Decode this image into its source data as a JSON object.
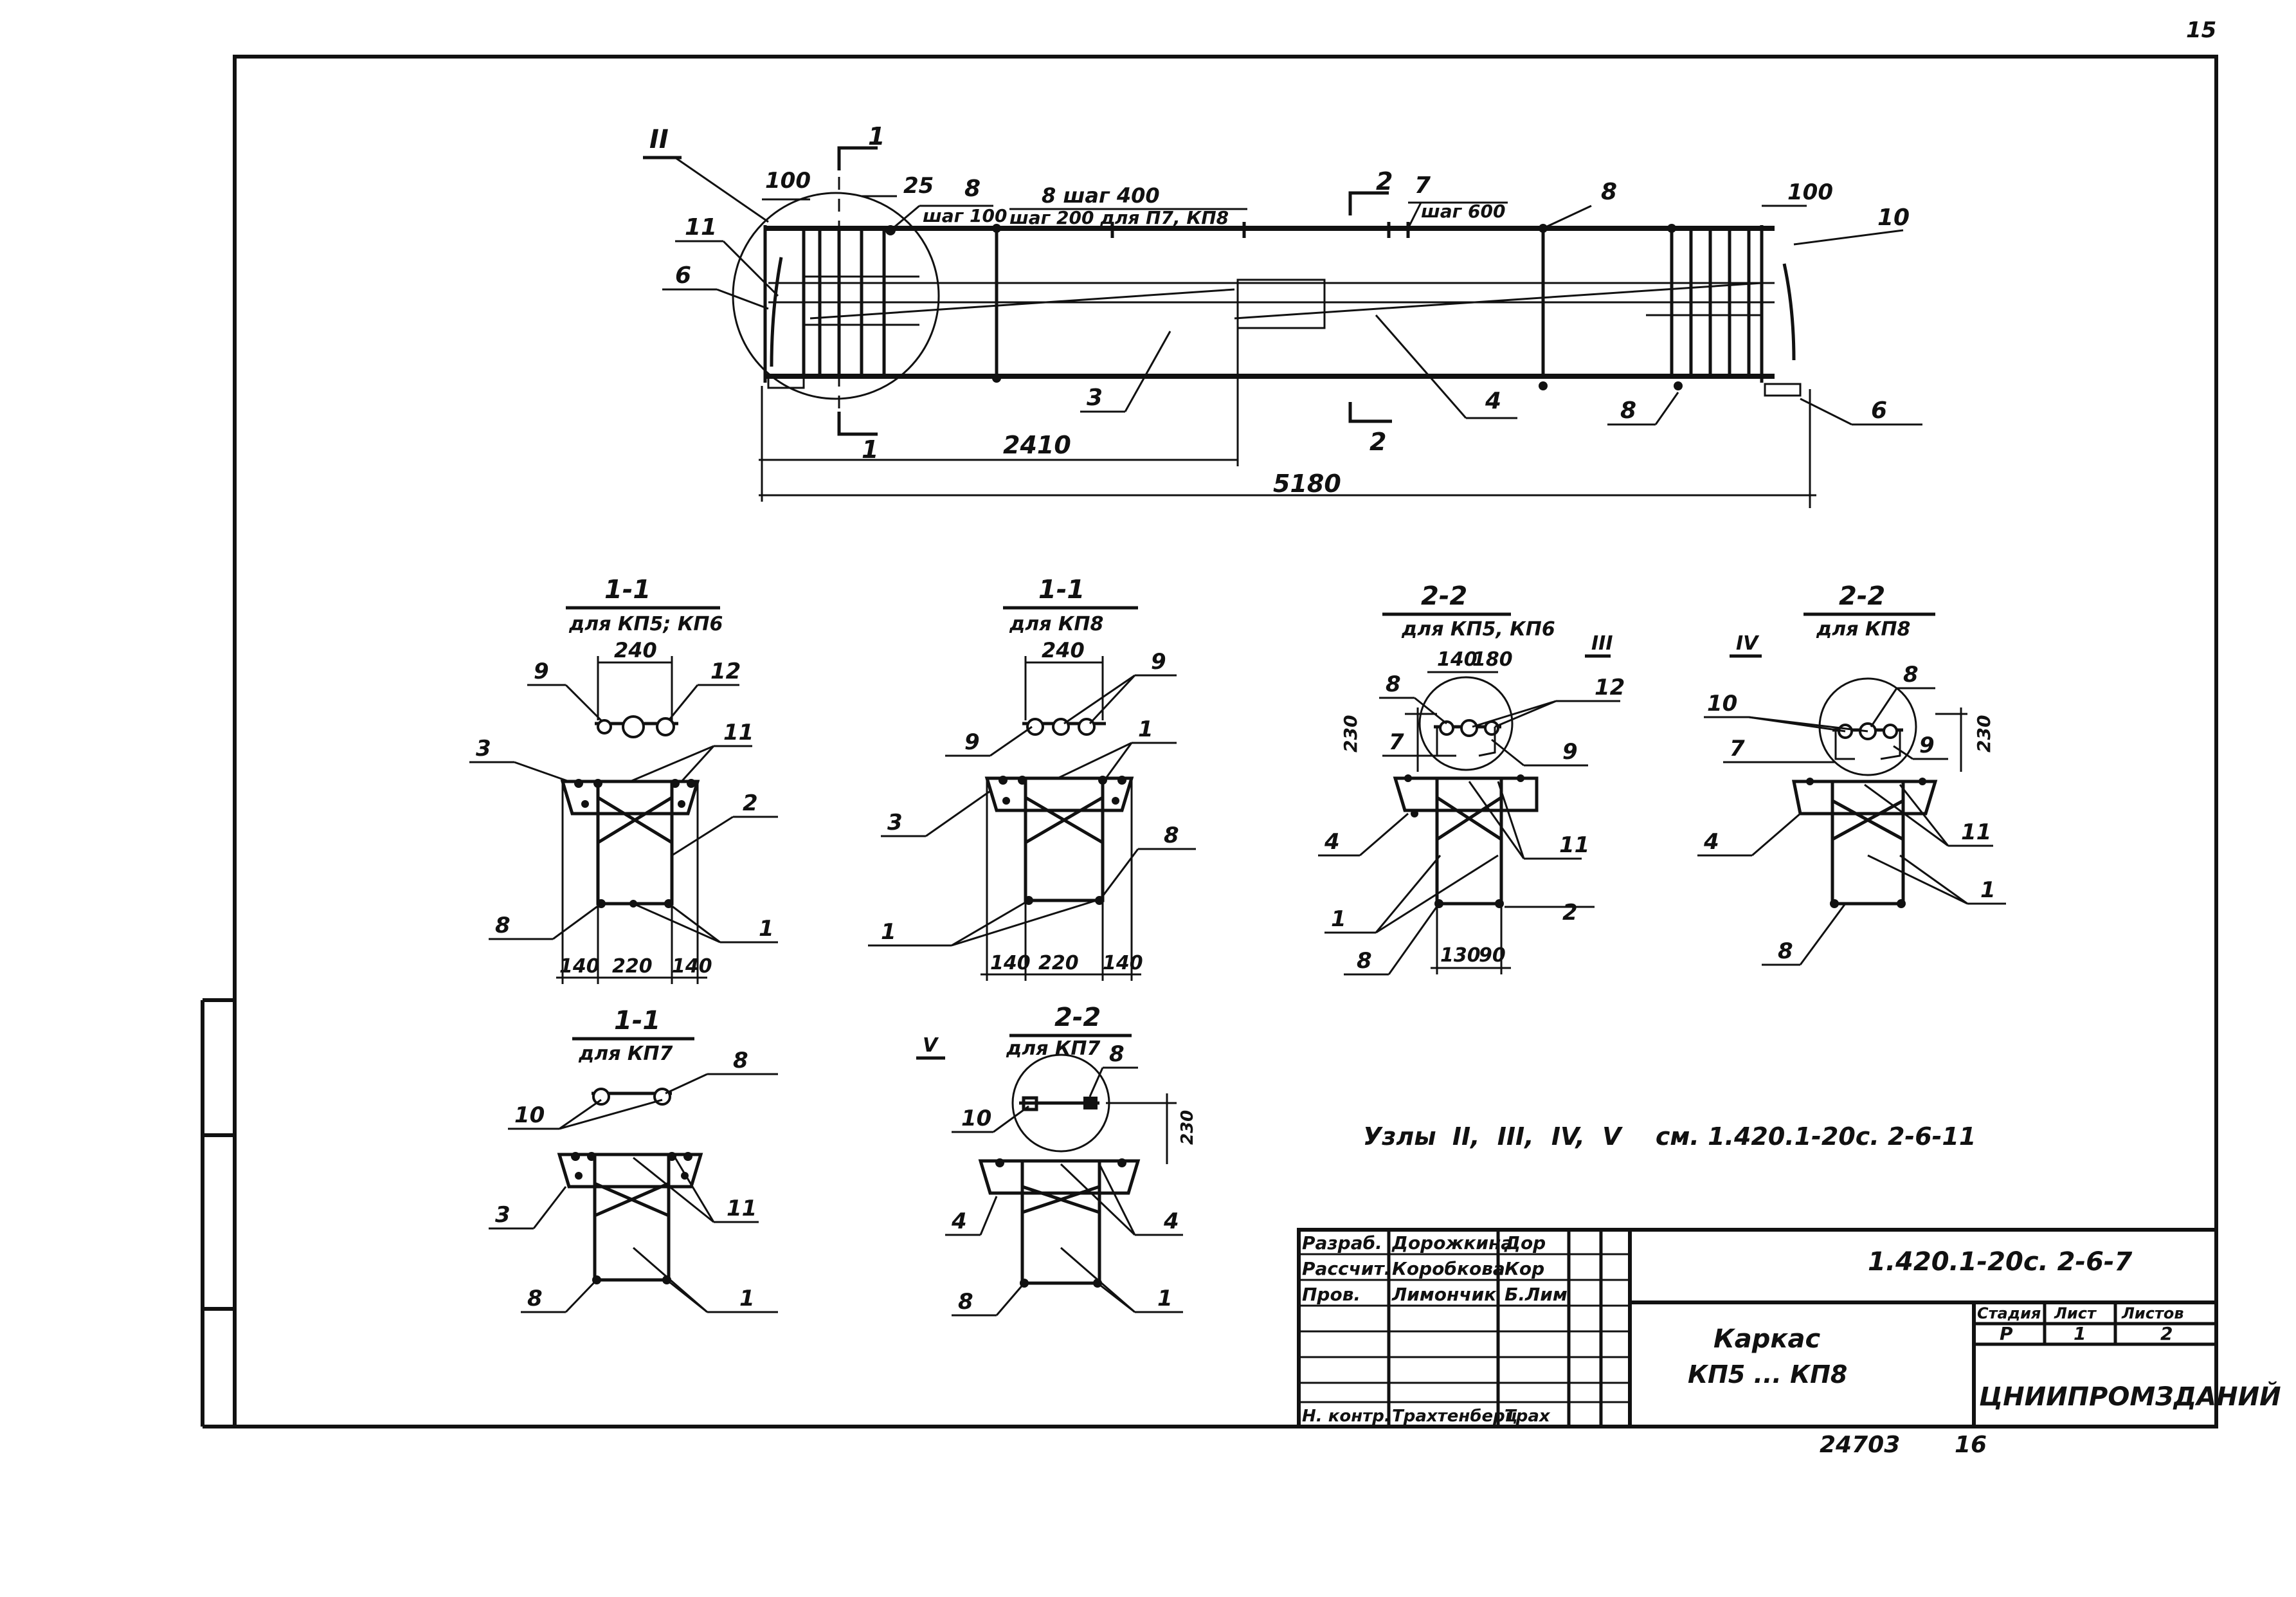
{
  "page_number": "15",
  "elevation": {
    "roman_node": "II",
    "dim_100_left": "100",
    "dim_25": "25",
    "dim_100_right": "100",
    "dim_2410": "2410",
    "dim_5180": "5180",
    "section_1": "1",
    "section_2": "2",
    "label_8_step": "8",
    "step_100": "шаг 100",
    "step_400": "8 шаг 400",
    "step_200": "шаг 200 для П7, КП8",
    "label_7": "7",
    "step_600": "шаг 600",
    "label_8_right": "8",
    "label_10": "10",
    "label_11": "11",
    "label_6_left": "6",
    "label_3": "3",
    "label_4": "4",
    "label_8_bottom": "8",
    "label_6_right": "6"
  },
  "sections": [
    {
      "title": "1-1",
      "subtitle": "для КП5; КП6",
      "top_dim": "240",
      "bottom_dims": [
        "140",
        "220",
        "140"
      ],
      "labels": {
        "a": "9",
        "b": "12",
        "c": "3",
        "d": "11",
        "e": "2",
        "f": "8",
        "g": "1"
      }
    },
    {
      "title": "1-1",
      "subtitle": "для КП8",
      "top_dim": "240",
      "bottom_dims": [
        "140",
        "220",
        "140"
      ],
      "labels": {
        "a": "9",
        "b": "9",
        "c": "3",
        "d": "1",
        "e": "8",
        "f": "1"
      }
    },
    {
      "title": "2-2",
      "subtitle": "для КП5, КП6",
      "top_dims": [
        "140",
        "180"
      ],
      "roman": "III",
      "side_dim": "230",
      "bottom_dims": [
        "130",
        "90"
      ],
      "labels": {
        "a": "8",
        "b": "12",
        "c": "7",
        "d": "9",
        "e": "4",
        "f": "11",
        "g": "1",
        "h": "2",
        "i": "8"
      }
    },
    {
      "title": "2-2",
      "subtitle": "для КП8",
      "roman": "IV",
      "side_dim": "230",
      "labels": {
        "a": "8",
        "b": "10",
        "c": "7",
        "d": "9",
        "e": "4",
        "f": "11",
        "g": "1",
        "h": "8"
      }
    },
    {
      "title": "1-1",
      "subtitle": "для КП7",
      "labels": {
        "a": "8",
        "b": "10",
        "c": "3",
        "d": "11",
        "e": "8",
        "f": "1"
      }
    },
    {
      "title": "2-2",
      "subtitle": "для КП7",
      "roman": "V",
      "side_dim": "230",
      "labels": {
        "a": "8",
        "b": "10",
        "c": "4",
        "d": "4",
        "e": "8",
        "f": "1"
      }
    }
  ],
  "nodes_note": {
    "prefix": "Узлы",
    "r2": "II",
    "r3": "III",
    "r4": "IV",
    "r5": "V",
    "suffix": "см. 1.420.1-20с. 2-6-11",
    "sep1": ",",
    "sep2": ",",
    "sep3": ","
  },
  "title_block": {
    "code": "1.420.1-20с. 2-6-7",
    "rows": [
      {
        "role": "Разраб.",
        "name": "Дорожкина",
        "sign": "Дор"
      },
      {
        "role": "Рассчит.",
        "name": "Коробкова",
        "sign": "Кор"
      },
      {
        "role": "Пров.",
        "name": "Лимончик",
        "sign": "Б.Лим"
      },
      {
        "role": "",
        "name": "",
        "sign": ""
      },
      {
        "role": "",
        "name": "",
        "sign": ""
      },
      {
        "role": "Н. контр.",
        "name": "Трахтенберц",
        "sign": "Трах"
      }
    ],
    "name_line1": "Каркас",
    "name_line2": "КП5 ...   КП8",
    "stage_h": "Стадия",
    "sheet_h": "Лист",
    "sheets_h": "Листов",
    "stage": "Р",
    "sheet": "1",
    "sheets": "2",
    "org": "ЦНИИПРОМЗДАНИЙ"
  },
  "footer": {
    "number": "24703",
    "page": "16"
  }
}
